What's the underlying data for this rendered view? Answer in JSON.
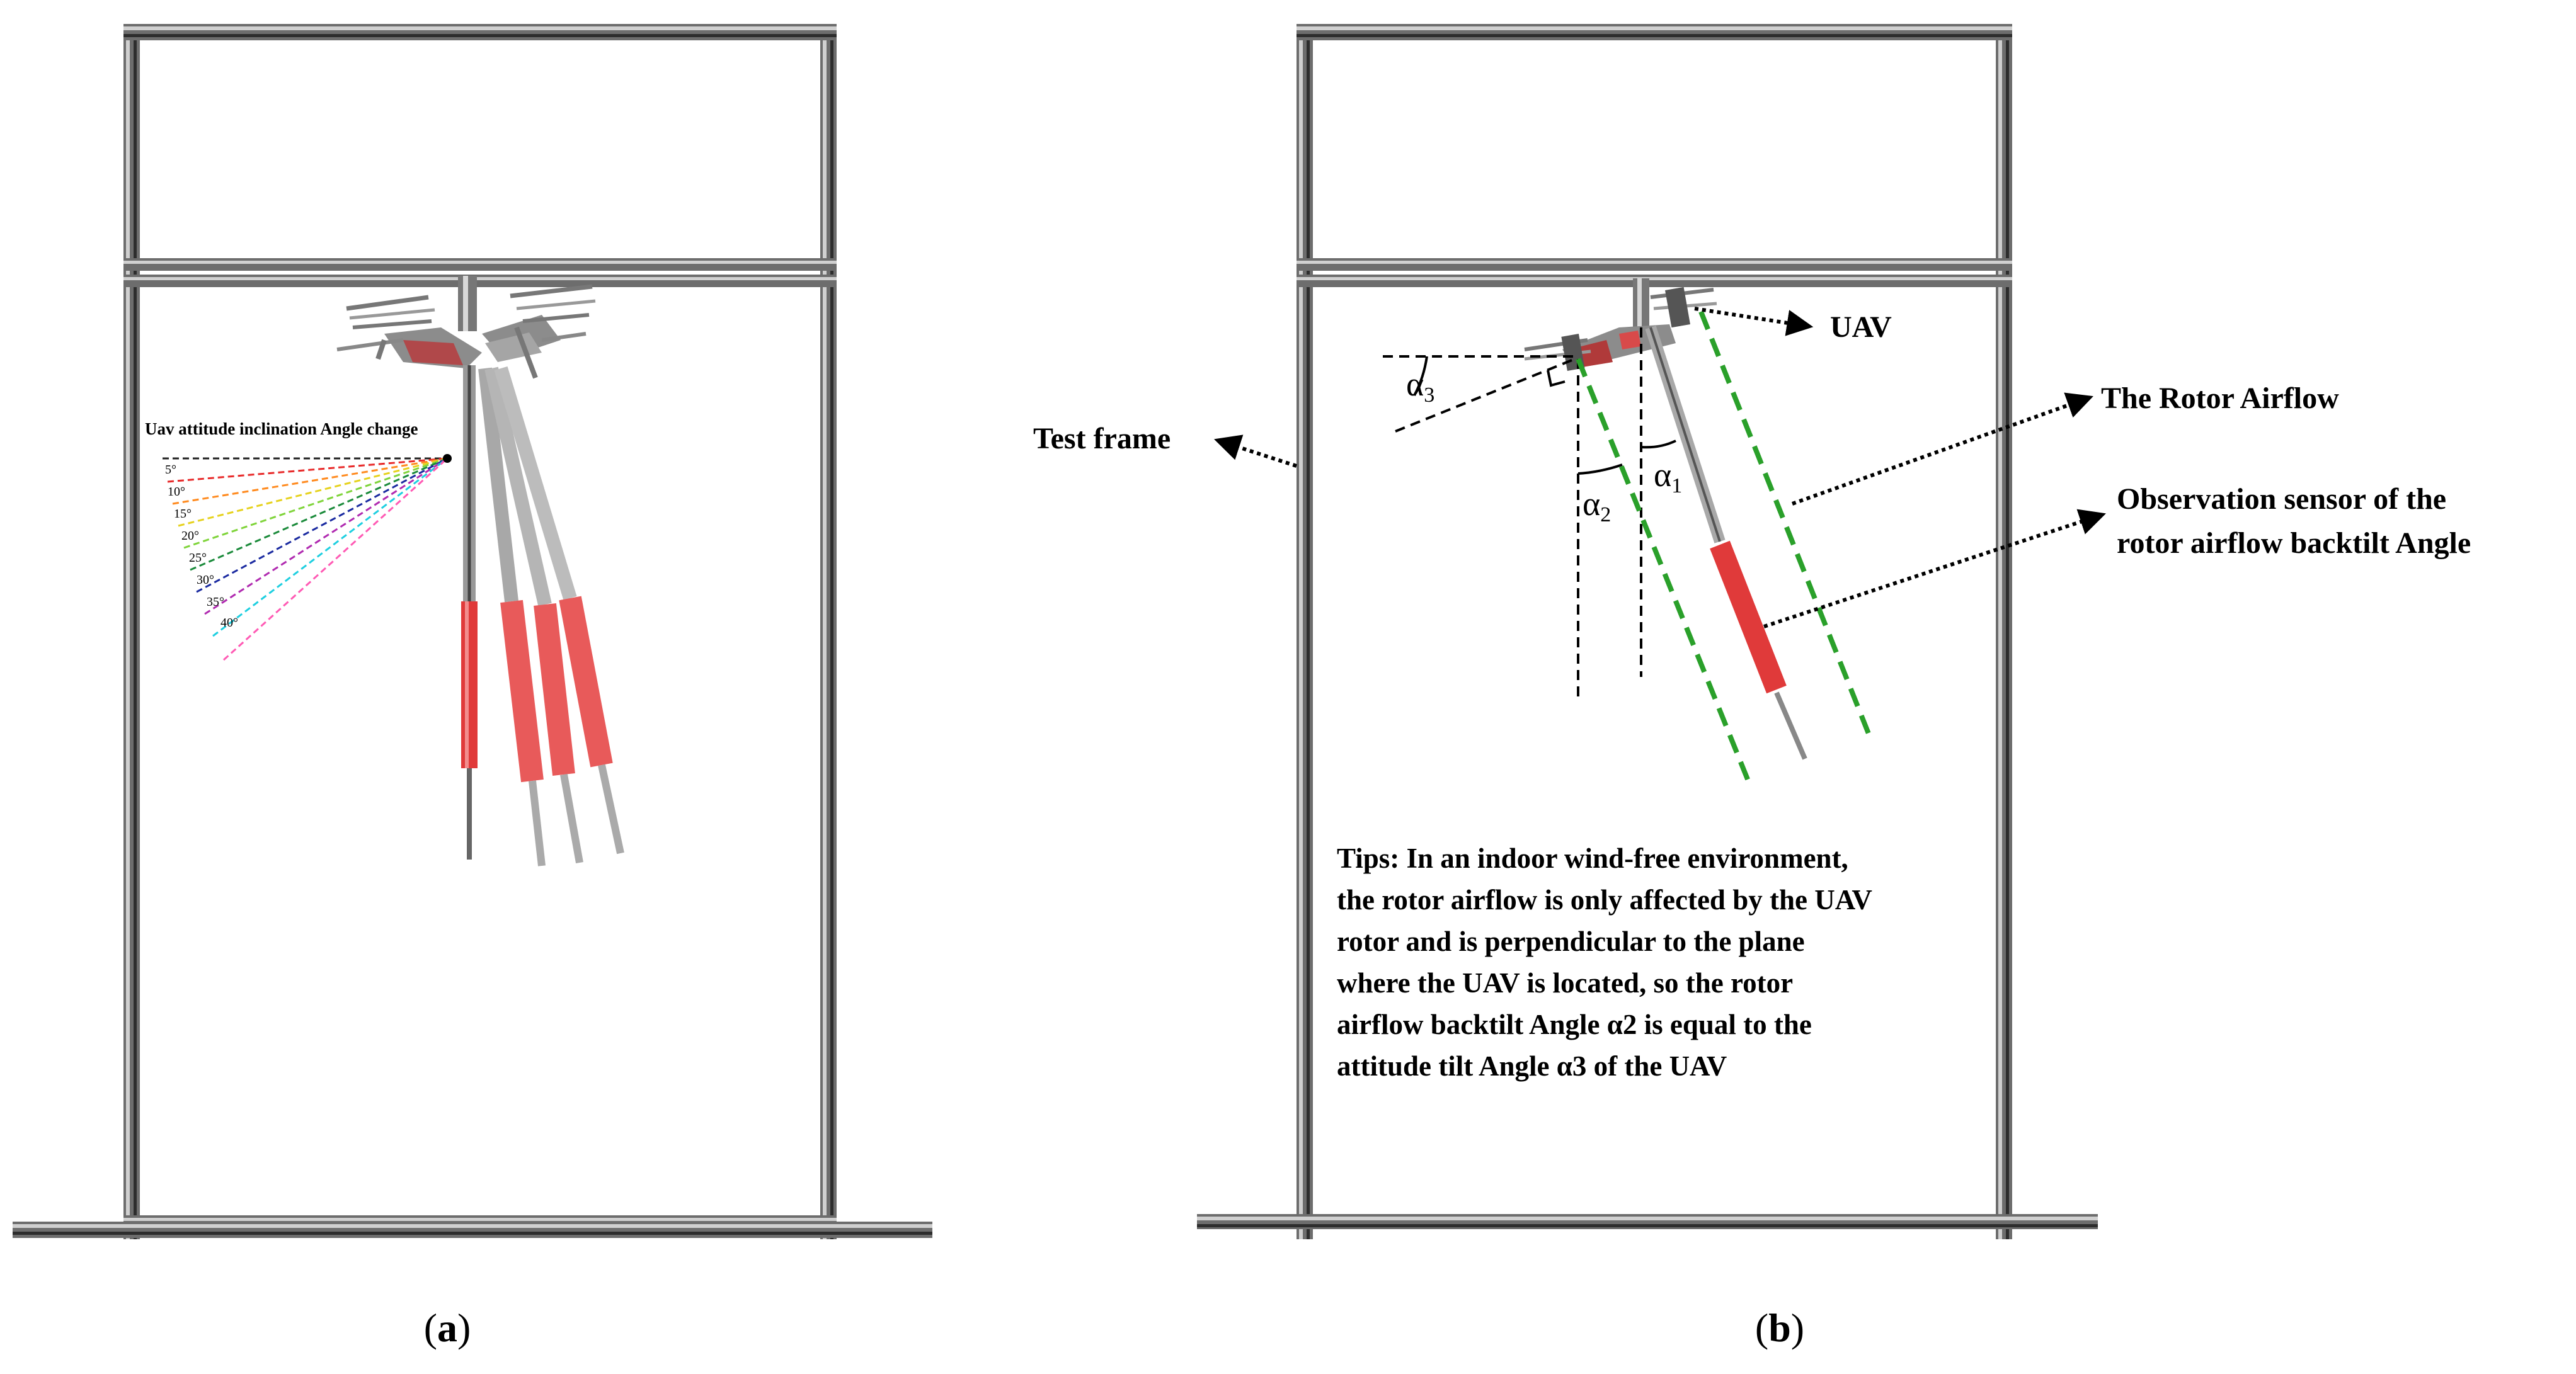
{
  "panel_a": {
    "caption_letter": "a",
    "inclination_title": "Uav attitude inclination Angle change",
    "angle_labels": [
      "5°",
      "10°",
      "15°",
      "20°",
      "25°",
      "30°",
      "35°",
      "40°"
    ]
  },
  "panel_b": {
    "caption_letter": "b",
    "label_uav": "UAV",
    "label_rotor_airflow": "The Rotor Airflow",
    "label_test_frame": "Test frame",
    "label_sensor_line1": "Observation sensor of the",
    "label_sensor_line2": "rotor airflow backtilt Angle",
    "alpha_symbol": "α",
    "alpha_subscripts": [
      "1",
      "2",
      "3"
    ],
    "tips_lines": [
      "Tips: In an indoor wind-free environment,",
      "the rotor airflow is only affected by the UAV",
      "rotor and is perpendicular to the plane",
      "where the UAV is located, so the rotor",
      "airflow backtilt Angle α2 is equal to the",
      "attitude tilt Angle α3 of the UAV"
    ]
  },
  "colors": {
    "frame_dark": "#333333",
    "frame_light": "#9a9a9a",
    "sensor_red": "#e03a3a",
    "airflow_green": "#2aa02a",
    "angle_lines": [
      "#e82a2a",
      "#ff8a1e",
      "#e6d21e",
      "#7fd43a",
      "#1a8a3a",
      "#1a2aa0",
      "#b02ab0",
      "#1ecfe0",
      "#ff5ab4"
    ]
  }
}
